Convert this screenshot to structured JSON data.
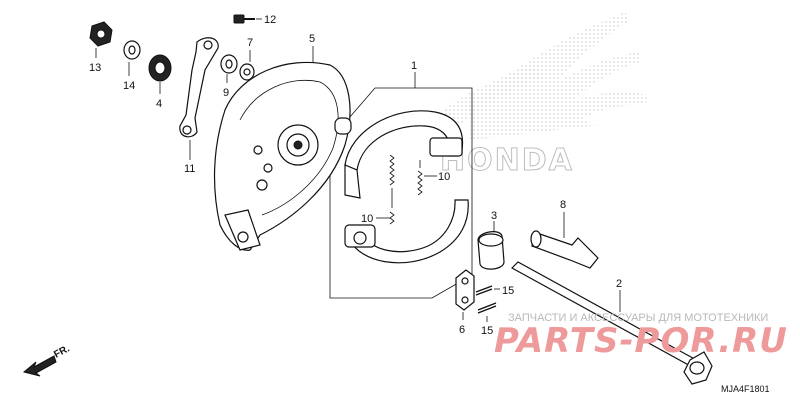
{
  "labels": {
    "p1": "1",
    "p2": "2",
    "p3": "3",
    "p4": "4",
    "p5": "5",
    "p6": "6",
    "p7": "7",
    "p8": "8",
    "p9": "9",
    "p10a": "10",
    "p10b": "10",
    "p11": "11",
    "p12": "12",
    "p13": "13",
    "p14": "14",
    "p15a": "15",
    "p15b": "15"
  },
  "watermark": {
    "tagline": "ЗАПЧАСТИ И АКСЕССУАРЫ ДЛЯ МОТОТЕХНИКИ",
    "logo": "PARTS-POR.RU"
  },
  "brand": {
    "honda": "HONDA"
  },
  "direction": {
    "label": "FR."
  },
  "diagram_code": "MJA4F1801",
  "colors": {
    "watermark_red": "#ee9a9a",
    "watermark_gray": "#b8b8b8",
    "ink": "#111111"
  }
}
